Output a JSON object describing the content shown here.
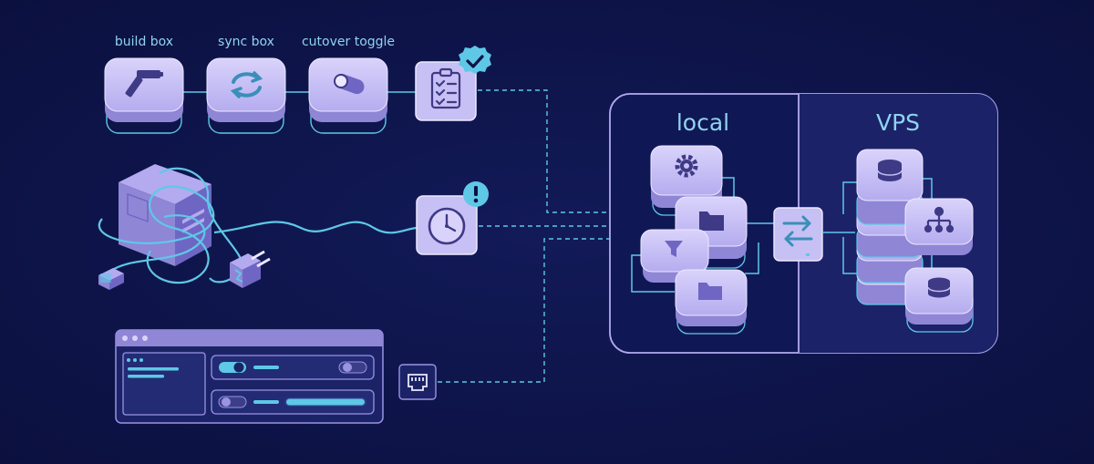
{
  "labels": {
    "build_box": "build box",
    "sync_box": "sync box",
    "cutover_toggle": "cutover toggle",
    "local": "local",
    "vps": "VPS"
  },
  "colors": {
    "background": "#0c1244",
    "accent_cyan": "#5ec8e6",
    "tile_lavender": "#c7c0f4",
    "tile_side": "#8f86d6",
    "panel_border": "#b3aaf0",
    "icon_ink": "#3e3a86"
  },
  "icons": {
    "build_box": "hammer-icon",
    "sync_box": "sync-arrows-icon",
    "cutover_toggle": "toggle-icon",
    "checklist": "clipboard-checklist-icon",
    "check_badge": "check-badge-icon",
    "clock": "clock-icon",
    "alert_badge": "alert-badge-icon",
    "server": "server-tower-icon",
    "plug": "power-plug-icon",
    "ethernet": "ethernet-port-icon",
    "local_stack_top": "gear-icon",
    "local_stack_mid": "folder-icon",
    "local_stack_funnel": "funnel-icon",
    "local_stack_bottom": "folder-icon",
    "transfer": "swap-arrows-icon",
    "vps_top": "database-icon",
    "vps_side": "network-tree-icon",
    "vps_bottom": "database-icon"
  }
}
